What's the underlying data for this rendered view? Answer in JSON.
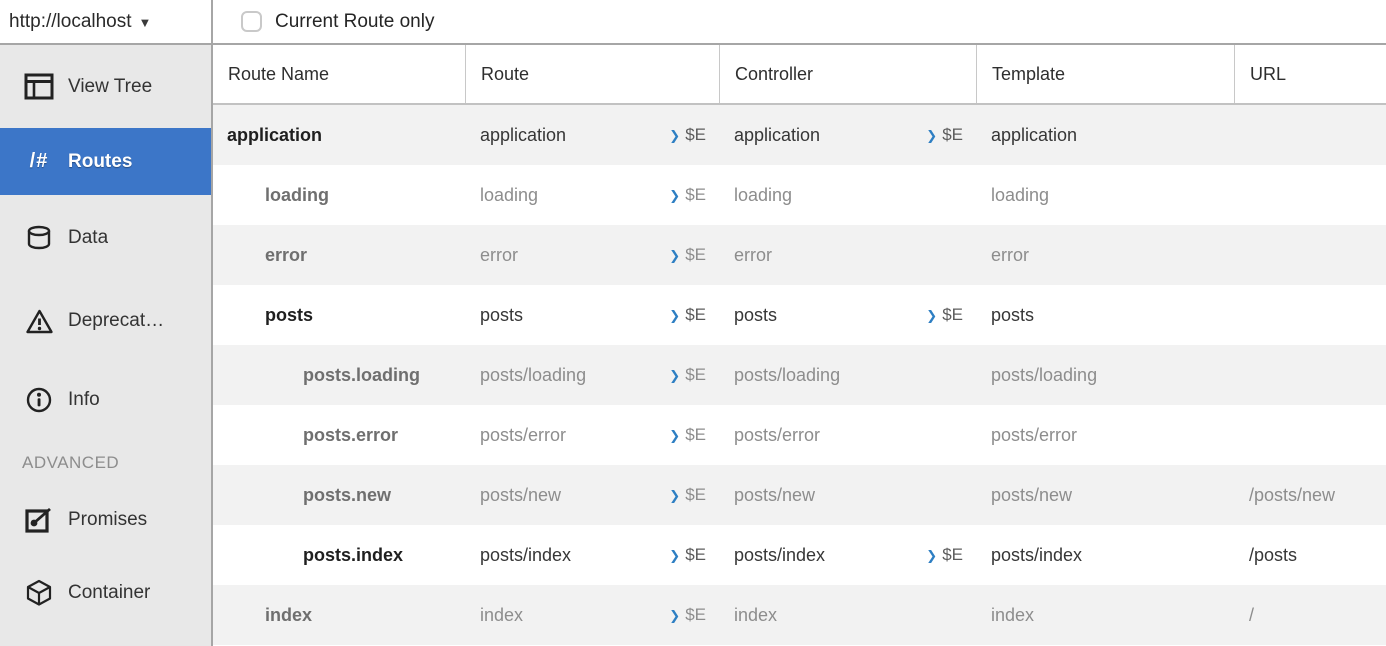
{
  "toolbar": {
    "host_label": "http://localhost",
    "dropdown_glyph": "▼",
    "checkbox_label": "Current Route only",
    "checkbox_checked": false
  },
  "sidebar": {
    "sections": [
      {
        "header": null,
        "items": [
          {
            "id": "view-tree",
            "label": "View Tree",
            "selected": false
          },
          {
            "id": "routes",
            "label": "Routes",
            "selected": true
          },
          {
            "id": "data",
            "label": "Data",
            "selected": false
          },
          {
            "id": "deprecations",
            "label": "Deprecat…",
            "selected": false
          },
          {
            "id": "info",
            "label": "Info",
            "selected": false
          }
        ]
      },
      {
        "header": "ADVANCED",
        "items": [
          {
            "id": "promises",
            "label": "Promises",
            "selected": false
          },
          {
            "id": "container",
            "label": "Container",
            "selected": false
          }
        ]
      }
    ]
  },
  "colors": {
    "selected_item_bg": "#3c76c8",
    "inspect_chevron_blue": "#2e7fc3",
    "sidebar_bg": "#e8e8e8",
    "row_stripe": "#f2f2f2"
  },
  "table": {
    "columns": [
      "Route Name",
      "Route",
      "Controller",
      "Template",
      "URL"
    ],
    "inspect_chevron": "❯",
    "inspect_label": "$E",
    "rows": [
      {
        "name": "application",
        "indent": 0,
        "active": true,
        "route": "application",
        "controller": "application",
        "controller_inspect": true,
        "template": "application",
        "url": ""
      },
      {
        "name": "loading",
        "indent": 1,
        "active": false,
        "route": "loading",
        "controller": "loading",
        "controller_inspect": false,
        "template": "loading",
        "url": ""
      },
      {
        "name": "error",
        "indent": 1,
        "active": false,
        "route": "error",
        "controller": "error",
        "controller_inspect": false,
        "template": "error",
        "url": ""
      },
      {
        "name": "posts",
        "indent": 1,
        "active": true,
        "route": "posts",
        "controller": "posts",
        "controller_inspect": true,
        "template": "posts",
        "url": ""
      },
      {
        "name": "posts.loading",
        "indent": 2,
        "active": false,
        "route": "posts/loading",
        "controller": "posts/loading",
        "controller_inspect": false,
        "template": "posts/loading",
        "url": ""
      },
      {
        "name": "posts.error",
        "indent": 2,
        "active": false,
        "route": "posts/error",
        "controller": "posts/error",
        "controller_inspect": false,
        "template": "posts/error",
        "url": ""
      },
      {
        "name": "posts.new",
        "indent": 2,
        "active": false,
        "route": "posts/new",
        "controller": "posts/new",
        "controller_inspect": false,
        "template": "posts/new",
        "url": "/posts/new"
      },
      {
        "name": "posts.index",
        "indent": 2,
        "active": true,
        "route": "posts/index",
        "controller": "posts/index",
        "controller_inspect": true,
        "template": "posts/index",
        "url": "/posts"
      },
      {
        "name": "index",
        "indent": 1,
        "active": false,
        "route": "index",
        "controller": "index",
        "controller_inspect": false,
        "template": "index",
        "url": "/"
      }
    ]
  }
}
